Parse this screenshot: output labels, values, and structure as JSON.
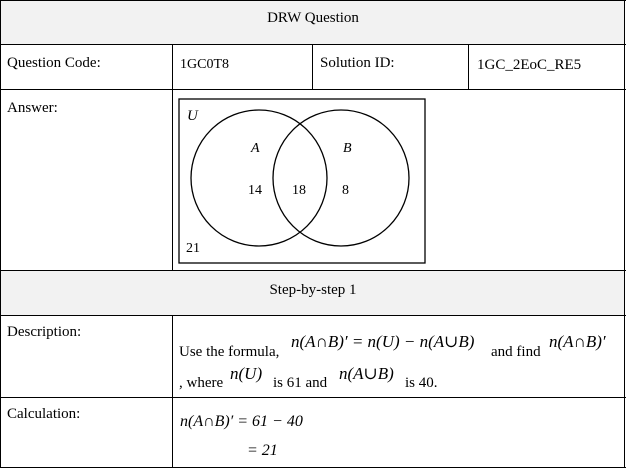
{
  "header": {
    "title": "DRW Question"
  },
  "meta": {
    "question_code_label": "Question Code:",
    "question_code_value": "1GC0T8",
    "solution_id_label": "Solution ID:",
    "solution_id_value": "1GC_2EoC_RE5"
  },
  "answer": {
    "label": "Answer:",
    "venn": {
      "universal_label": "U",
      "set_a_label": "A",
      "set_b_label": "B",
      "only_a": "14",
      "intersection": "18",
      "only_b": "8",
      "outside": "21"
    }
  },
  "step": {
    "title": "Step-by-step 1"
  },
  "description": {
    "label": "Description:",
    "text_1": "Use the formula,",
    "formula_main": "n(A∩B)′ = n(U) − n(A∪B)",
    "text_2": "and find",
    "formula_target": "n(A∩B)′",
    "text_3": ", where",
    "nU": "n(U)",
    "text_4": "is 61 and",
    "nAuB": "n(A∪B)",
    "text_5": "is 40."
  },
  "calculation": {
    "label": "Calculation:",
    "line_1": "n(A∩B)′ = 61 − 40",
    "line_2": "= 21"
  }
}
